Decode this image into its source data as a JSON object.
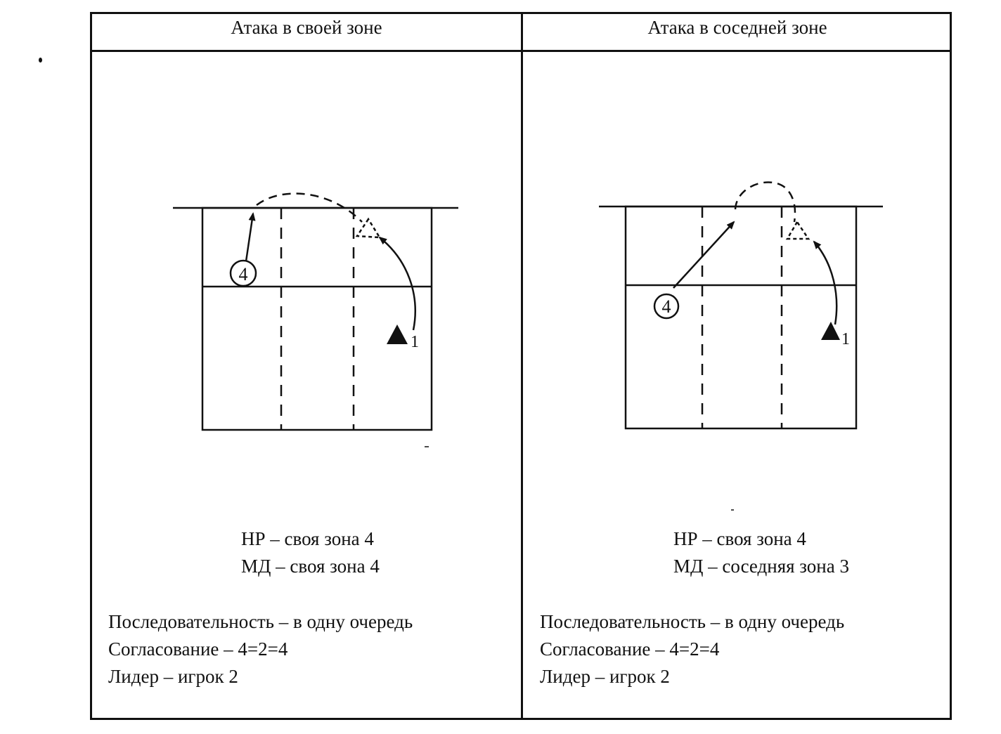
{
  "panels": [
    {
      "title": "Атака в своей зоне",
      "player_circle": "4",
      "player_triangle": "1",
      "zone_lines": [
        "НР – своя зона 4",
        "МД – своя зона 4"
      ],
      "details": [
        "Последовательность – в одну очередь",
        "Согласование – 4=2=4",
        "Лидер – игрок 2"
      ]
    },
    {
      "title": "Атака в соседней зоне",
      "player_circle": "4",
      "player_triangle": "1",
      "zone_lines": [
        "НР – своя зона 4",
        "МД – соседняя зона 3"
      ],
      "details": [
        "Последовательность – в одну очередь",
        "Согласование – 4=2=4",
        "Лидер – игрок 2"
      ]
    }
  ]
}
